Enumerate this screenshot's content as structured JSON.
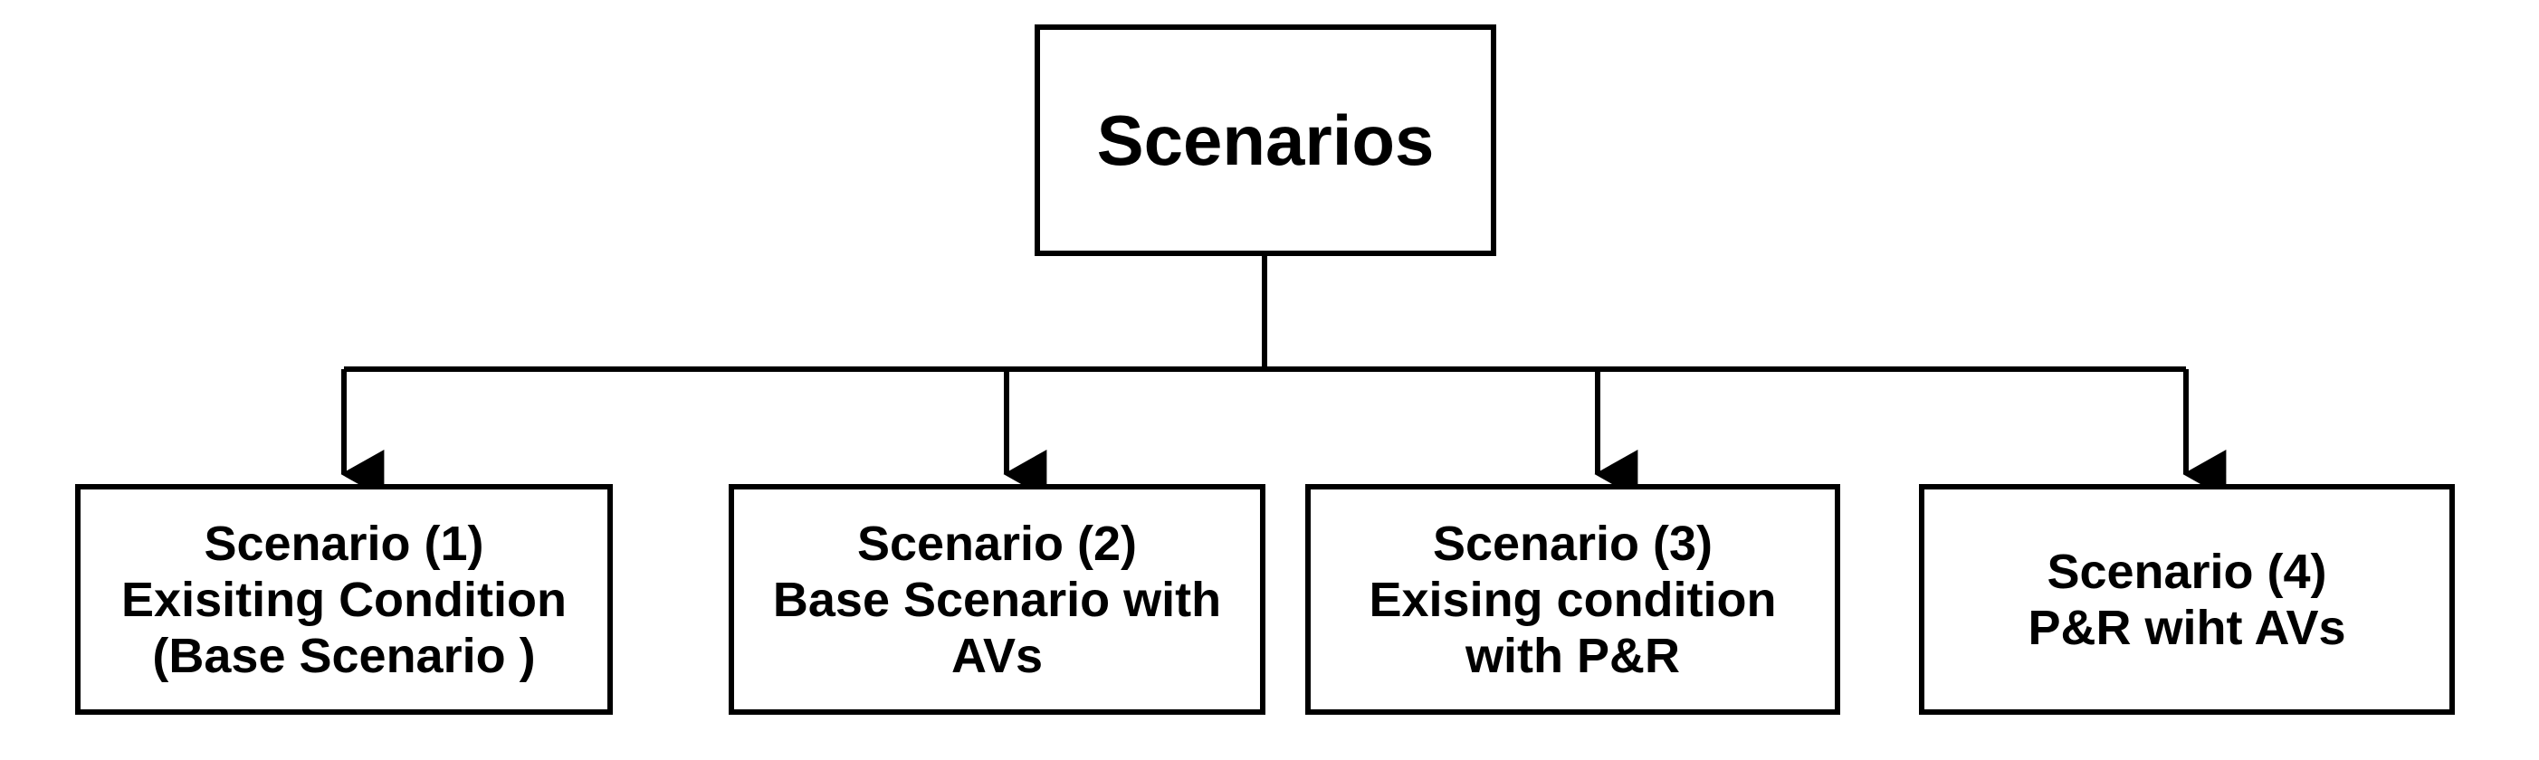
{
  "diagram": {
    "type": "tree",
    "orientation": "top-down",
    "root": {
      "id": "scenarios",
      "label": "Scenarios"
    },
    "children": [
      {
        "id": "scenario-1",
        "lines": [
          "Scenario (1)",
          "Exisiting Condition",
          "(Base  Scenario )"
        ]
      },
      {
        "id": "scenario-2",
        "lines": [
          "Scenario (2)",
          "Base Scenario with",
          "AVs"
        ]
      },
      {
        "id": "scenario-3",
        "lines": [
          "Scenario (3)",
          "Exising condition",
          "with P&R"
        ]
      },
      {
        "id": "scenario-4",
        "lines": [
          "Scenario (4)",
          "P&R wiht AVs"
        ]
      }
    ],
    "colors": {
      "stroke": "#000000",
      "fill": "#ffffff",
      "text": "#000000",
      "background": "#ffffff"
    }
  }
}
